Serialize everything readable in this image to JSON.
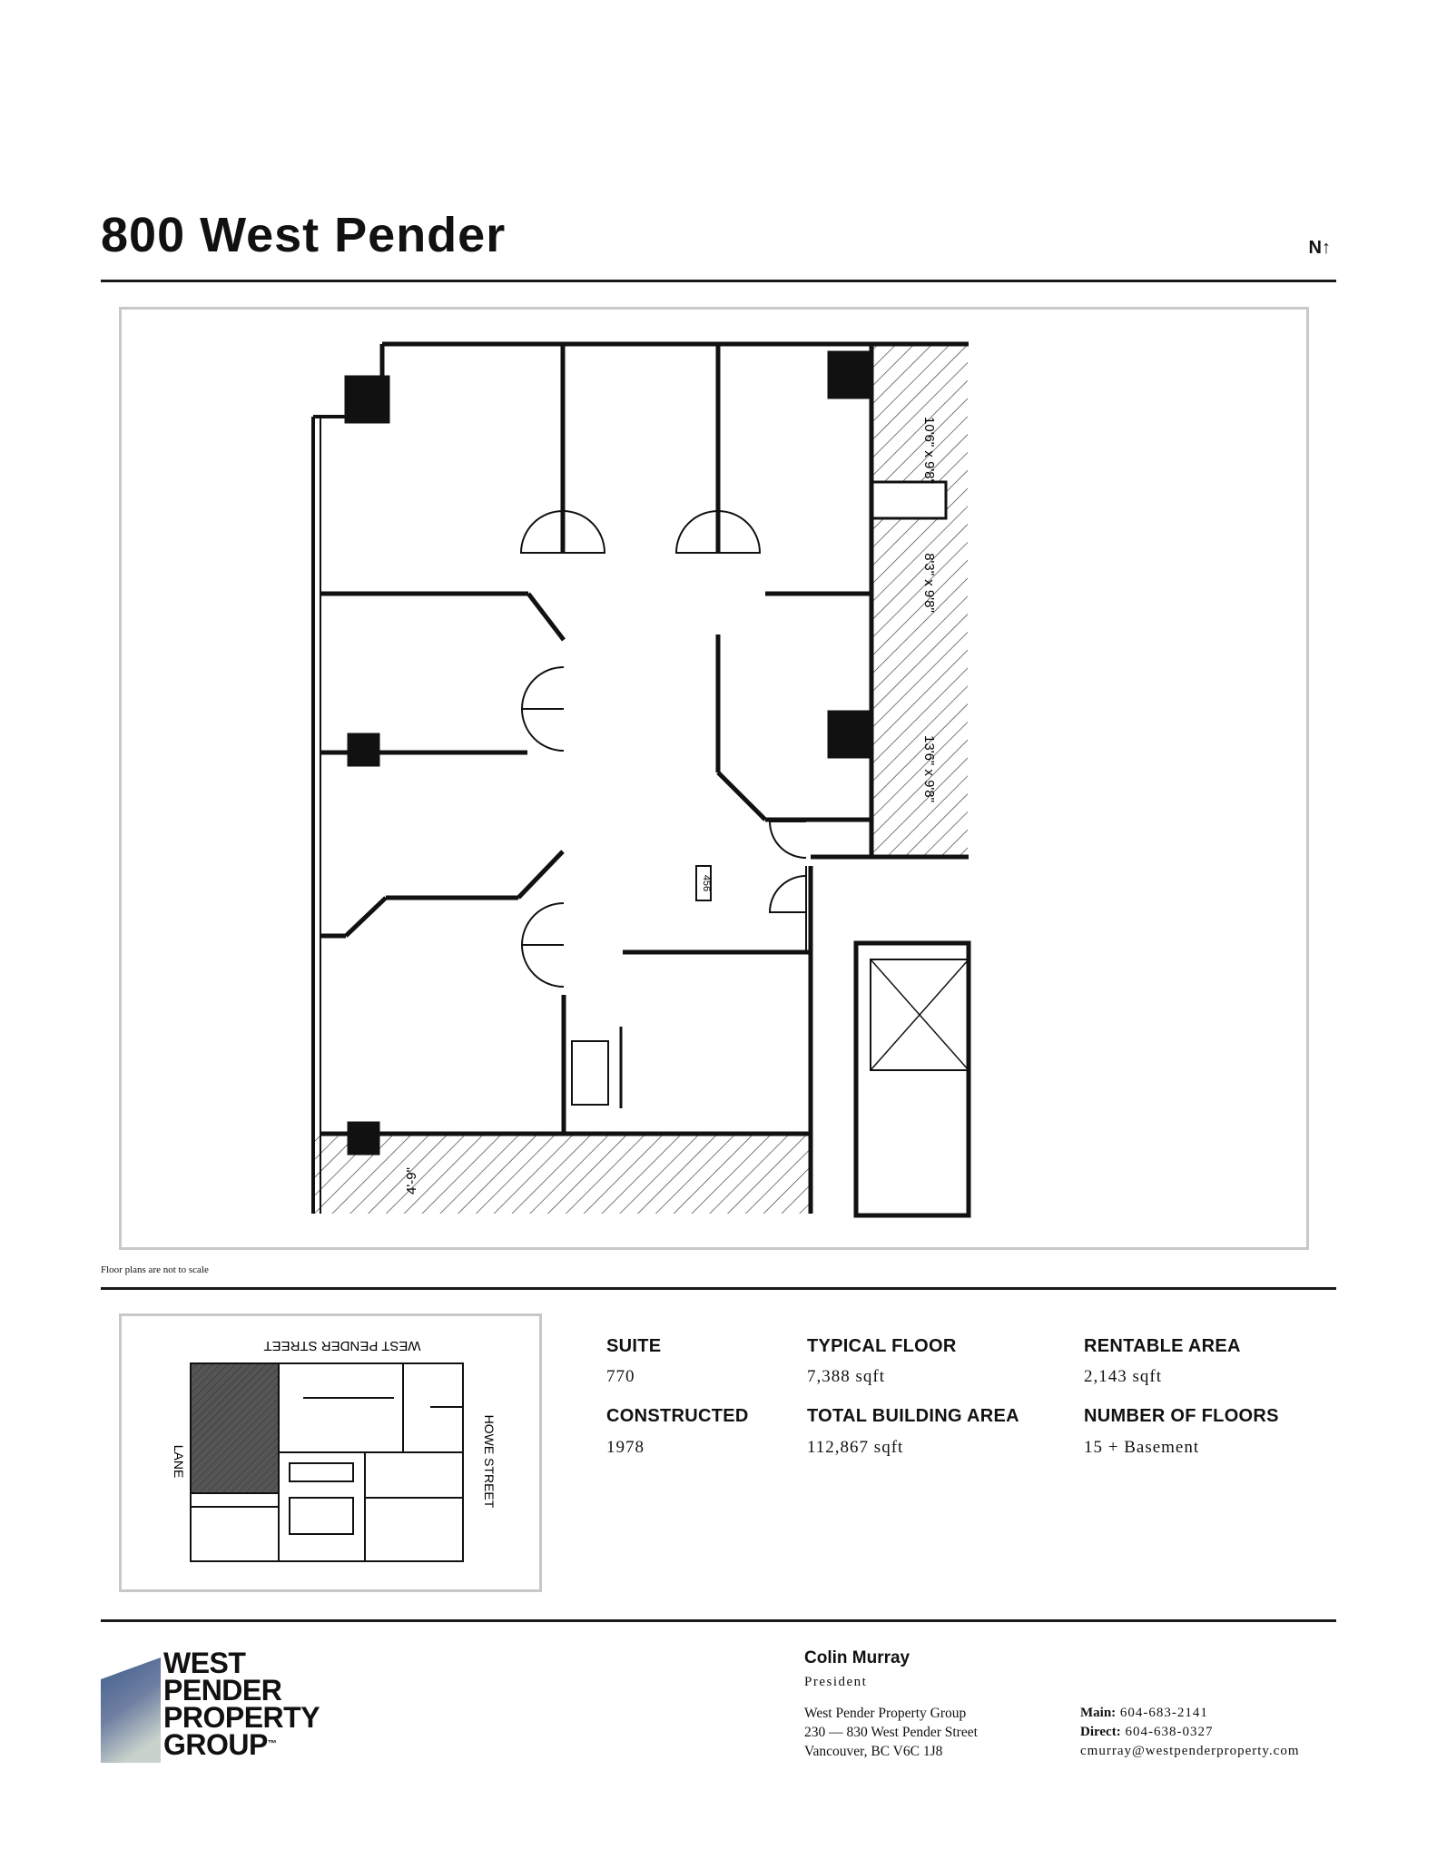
{
  "header": {
    "title": "800 West Pender",
    "north": "N↑"
  },
  "floorplan": {
    "room_tag": "456",
    "dim_1": "10'6\" x 9'8\"",
    "dim_2": "8'3\" x 9'8\"",
    "dim_3": "13'6\" x 9'8\"",
    "dim_4": "4'-9\"",
    "note": "Floor plans are not to scale"
  },
  "keyplan": {
    "street_top": "WEST PENDER STREET",
    "street_right": "HOWE STREET",
    "lane": "LANE"
  },
  "specs": [
    {
      "label": "SUITE",
      "value": "770"
    },
    {
      "label": "TYPICAL FLOOR",
      "value": "7,388 sqft"
    },
    {
      "label": "RENTABLE AREA",
      "value": "2,143 sqft"
    },
    {
      "label": "CONSTRUCTED",
      "value": "1978"
    },
    {
      "label": "TOTAL BUILDING AREA",
      "value": "112,867 sqft"
    },
    {
      "label": "NUMBER OF FLOORS",
      "value": "15 + Basement"
    }
  ],
  "logo": {
    "line1": "WEST",
    "line2": "PENDER",
    "line3": "PROPERTY",
    "line4": "GROUP",
    "tm": "™"
  },
  "contact": {
    "name": "Colin Murray",
    "role": "President",
    "company": "West Pender Property Group",
    "street": "230 — 830 West Pender Street",
    "city": "Vancouver, BC V6C 1J8",
    "main_label": "Main:",
    "main": "604-683-2141",
    "direct_label": "Direct:",
    "direct": "604-638-0327",
    "email": "cmurray@westpenderproperty.com"
  }
}
